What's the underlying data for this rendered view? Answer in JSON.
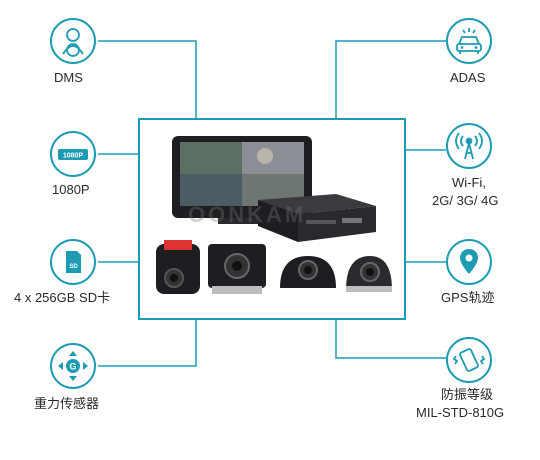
{
  "features": {
    "dms": {
      "label": "DMS",
      "icon": "driver-icon"
    },
    "hd": {
      "label": "1080P",
      "icon": "1080p-badge-icon",
      "badge": "1080P"
    },
    "sd": {
      "label": "4 x 256GB SD卡",
      "icon": "sd-card-icon",
      "badge": "SD"
    },
    "gsensor": {
      "label": "重力传感器",
      "icon": "g-sensor-icon",
      "badge": "G"
    },
    "adas": {
      "label": "ADAS",
      "icon": "car-icon"
    },
    "wifi": {
      "label_line1": "Wi-Fi,",
      "label_line2": "2G/ 3G/ 4G",
      "icon": "signal-tower-icon"
    },
    "gps": {
      "label": "GPS轨迹",
      "icon": "gps-pin-icon"
    },
    "vibration": {
      "label_line1": "防振等级",
      "label_line2": "MIL-STD-810G",
      "icon": "vibration-phone-icon"
    }
  },
  "center": {
    "watermark": "OONKAM"
  },
  "colors": {
    "accent": "#1d9bb3",
    "device": "#1e1e22"
  }
}
